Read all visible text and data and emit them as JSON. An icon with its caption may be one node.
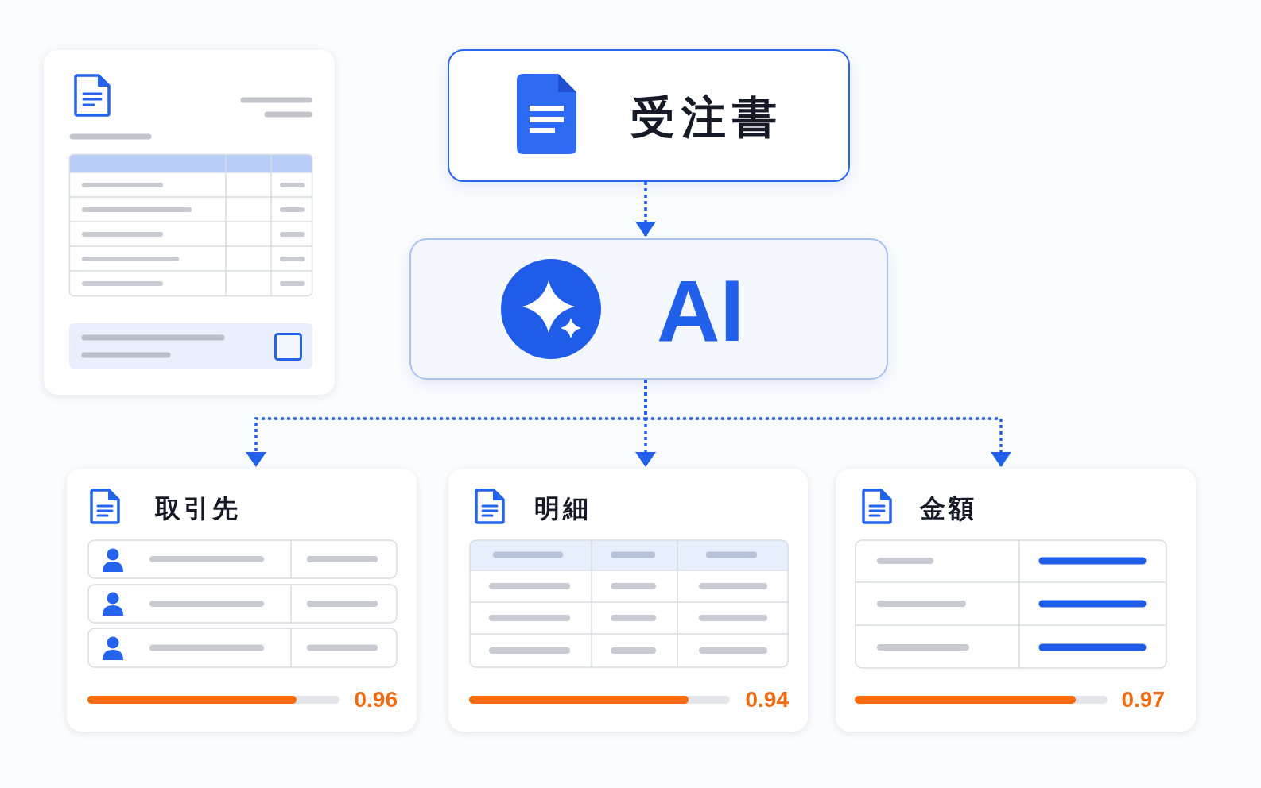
{
  "diagram": {
    "nodes": [
      {
        "text": [],
        "shape": "picture"
      },
      {
        "text": [
          "受注書"
        ]
      },
      {
        "text": [
          "AI"
        ]
      },
      {
        "text": [
          "取引先",
          "0.96"
        ]
      },
      {
        "text": [
          "明細",
          "0.94"
        ]
      },
      {
        "text": [
          "金額",
          "0.97"
        ]
      }
    ],
    "edges": [
      {
        "from": 1,
        "to": 2,
        "arrow": "to"
      },
      {
        "from": 2,
        "to": 3,
        "arrow": "to"
      },
      {
        "from": 2,
        "to": 4,
        "arrow": "to"
      },
      {
        "from": 2,
        "to": 5,
        "arrow": "to"
      }
    ]
  }
}
